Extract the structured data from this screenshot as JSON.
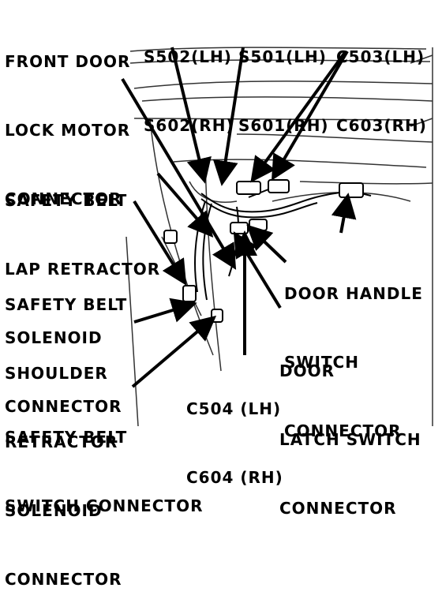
{
  "labels": {
    "front_door_lock_motor": [
      "FRONT DOOR",
      "LOCK MOTOR",
      "CONNECTOR"
    ],
    "s502_s602": [
      "S502(LH)",
      "S602(RH)"
    ],
    "s501_s601": [
      "S501(LH)",
      "S601(RH)"
    ],
    "c503_c603": [
      "C503(LH)",
      "C603(RH)"
    ],
    "lap_retractor": [
      "SAFETY BELT",
      "LAP RETRACTOR",
      "SOLENOID",
      "CONNECTOR"
    ],
    "shoulder_retractor": [
      "SAFETY BELT",
      "SHOULDER",
      "RETRACTOR",
      "SOLENOID",
      "CONNECTOR"
    ],
    "belt_switch": [
      "SAFETY BELT",
      "SWITCH CONNECTOR"
    ],
    "c504_c604": [
      "C504 (LH)",
      "C604 (RH)"
    ],
    "door_handle_switch": [
      "DOOR HANDLE",
      "SWITCH",
      "CONNECTOR"
    ],
    "door_latch_switch": [
      "DOOR",
      "LATCH SWITCH",
      "CONNECTOR"
    ]
  },
  "colors": {
    "ink": "#000000",
    "background": "#ffffff",
    "line_art": "#333333"
  }
}
